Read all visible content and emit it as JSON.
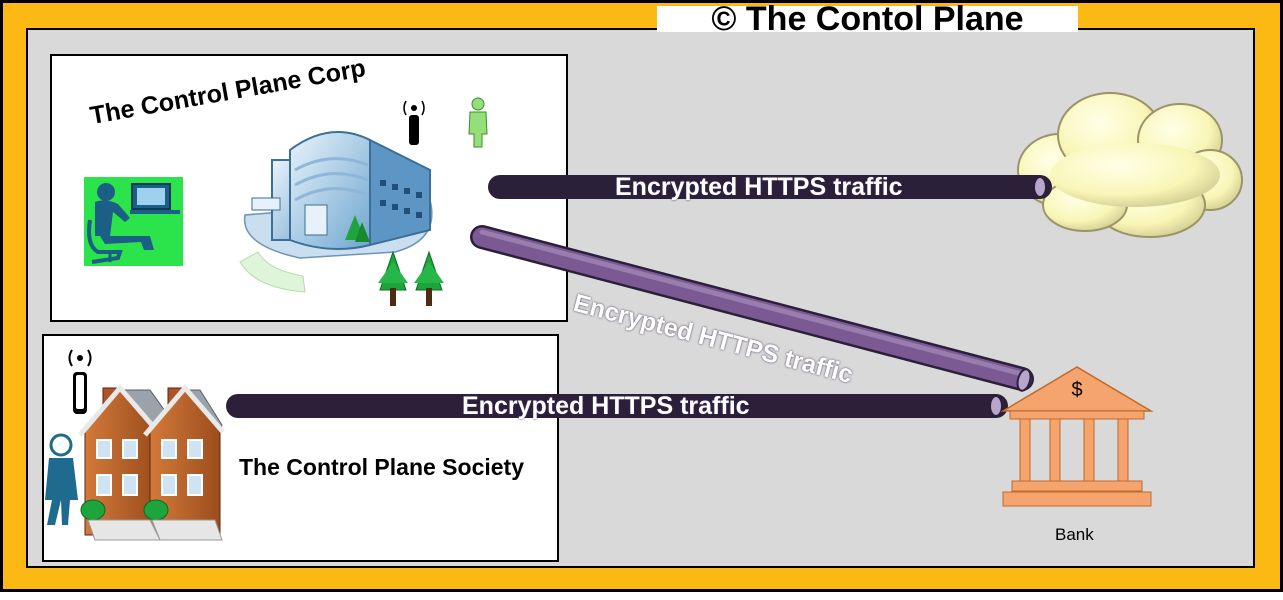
{
  "title": "© The Contol Plane",
  "corp": {
    "label": "The Control Plane Corp"
  },
  "society": {
    "label": "The Control Plane Society"
  },
  "bank": {
    "label": "Bank",
    "symbol": "$"
  },
  "links": [
    {
      "id": "corp-to-cloud",
      "label": "Encrypted HTTPS traffic"
    },
    {
      "id": "corp-to-bank",
      "label": "Encrypted HTTPS traffic"
    },
    {
      "id": "society-to-bank",
      "label": "Encrypted HTTPS traffic"
    }
  ],
  "colors": {
    "frame": "#fdb913",
    "canvas": "#d9d9d9",
    "pipe": "#7b5a93",
    "bank": "#f4a46c",
    "cloud": "#fdfcc6",
    "tree": "#1ea43c",
    "person_green": "#93e07a",
    "person_blue": "#1f6b8f"
  }
}
